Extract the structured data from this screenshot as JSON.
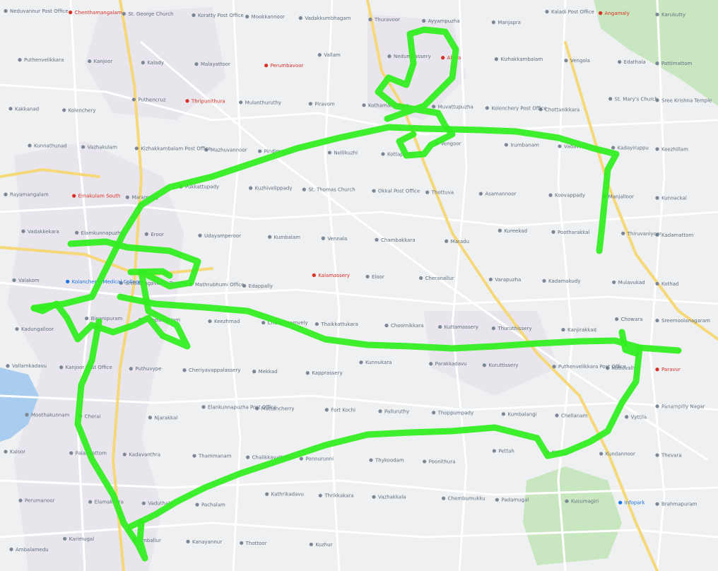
{
  "map": {
    "colors": {
      "land": "#eef0f2",
      "urban": "#e6e1ea",
      "park": "#c8e6c0",
      "water": "#a9cdef",
      "major_road": "#f7d878",
      "minor_road": "#ffffff",
      "route": "#33ee22",
      "poi_red": "#d93025",
      "poi_blue": "#1a73e8",
      "poi_gray": "#7b8794"
    },
    "route_visible": true
  },
  "labels": [
    {
      "text": "Neduvannur Post Office",
      "tone": "gray"
    },
    {
      "text": "Chenthamangalam",
      "tone": "red"
    },
    {
      "text": "St. George Church",
      "tone": "gray"
    },
    {
      "text": "Koratty Post Office",
      "tone": "gray"
    },
    {
      "text": "Mookkannoor",
      "tone": "gray"
    },
    {
      "text": "Vadakkumbhagam",
      "tone": "gray"
    },
    {
      "text": "Thuravoor",
      "tone": "gray"
    },
    {
      "text": "Ayyampuzha",
      "tone": "gray"
    },
    {
      "text": "Manjapra",
      "tone": "gray"
    },
    {
      "text": "Kaladi Post Office",
      "tone": "gray"
    },
    {
      "text": "Angamaly",
      "tone": "red"
    },
    {
      "text": "Karukutty",
      "tone": "gray"
    },
    {
      "text": "Puthenvelikkara",
      "tone": "gray"
    },
    {
      "text": "Kanjoor",
      "tone": "gray"
    },
    {
      "text": "Kalady",
      "tone": "gray"
    },
    {
      "text": "Malayattoor",
      "tone": "gray"
    },
    {
      "text": "Perumbavoor",
      "tone": "red"
    },
    {
      "text": "Vallam",
      "tone": "gray"
    },
    {
      "text": "Nedumbassery",
      "tone": "gray"
    },
    {
      "text": "Aluva",
      "tone": "red"
    },
    {
      "text": "Kizhakkambalam",
      "tone": "gray"
    },
    {
      "text": "Vengola",
      "tone": "gray"
    },
    {
      "text": "Edathala",
      "tone": "gray"
    },
    {
      "text": "Pattimattom",
      "tone": "gray"
    },
    {
      "text": "Kakkanad",
      "tone": "gray"
    },
    {
      "text": "Kolenchery",
      "tone": "gray"
    },
    {
      "text": "Puthencruz",
      "tone": "gray"
    },
    {
      "text": "Thripunithura",
      "tone": "red"
    },
    {
      "text": "Mulanthuruthy",
      "tone": "gray"
    },
    {
      "text": "Piravom",
      "tone": "gray"
    },
    {
      "text": "Kothamangalam",
      "tone": "gray"
    },
    {
      "text": "Muvattupuzha",
      "tone": "gray"
    },
    {
      "text": "Kolenchery Post Office",
      "tone": "gray"
    },
    {
      "text": "Chottanikkara",
      "tone": "gray"
    },
    {
      "text": "St. Mary's Church",
      "tone": "gray"
    },
    {
      "text": "Sree Krishna Temple",
      "tone": "gray"
    },
    {
      "text": "Kunnathunad",
      "tone": "gray"
    },
    {
      "text": "Vazhakulam",
      "tone": "gray"
    },
    {
      "text": "Kizhakkambalam Post Office",
      "tone": "gray"
    },
    {
      "text": "Mazhuvannoor",
      "tone": "gray"
    },
    {
      "text": "Pindimana",
      "tone": "gray"
    },
    {
      "text": "Nellikuzhi",
      "tone": "gray"
    },
    {
      "text": "Kottappady",
      "tone": "gray"
    },
    {
      "text": "Vengoor",
      "tone": "gray"
    },
    {
      "text": "Irumbanam",
      "tone": "gray"
    },
    {
      "text": "Vadavucode",
      "tone": "gray"
    },
    {
      "text": "Kadayiruppu",
      "tone": "gray"
    },
    {
      "text": "Keezhillam",
      "tone": "gray"
    },
    {
      "text": "Rayamangalam",
      "tone": "gray"
    },
    {
      "text": "Ernakulam South",
      "tone": "red"
    },
    {
      "text": "Marampilly",
      "tone": "gray"
    },
    {
      "text": "Pukkattupady",
      "tone": "gray"
    },
    {
      "text": "Kuzhivelippady",
      "tone": "gray"
    },
    {
      "text": "St. Thomas Church",
      "tone": "gray"
    },
    {
      "text": "Okkal Post Office",
      "tone": "gray"
    },
    {
      "text": "Thottuva",
      "tone": "gray"
    },
    {
      "text": "Asamannoor",
      "tone": "gray"
    },
    {
      "text": "Koovappady",
      "tone": "gray"
    },
    {
      "text": "Manjalloor",
      "tone": "gray"
    },
    {
      "text": "Kunnackal",
      "tone": "gray"
    },
    {
      "text": "Vadakkekara",
      "tone": "gray"
    },
    {
      "text": "Elamkunnapuzha",
      "tone": "gray"
    },
    {
      "text": "Eroor",
      "tone": "gray"
    },
    {
      "text": "Udayamperoor",
      "tone": "gray"
    },
    {
      "text": "Kumbalam",
      "tone": "gray"
    },
    {
      "text": "Vennala",
      "tone": "gray"
    },
    {
      "text": "Chambakkara",
      "tone": "gray"
    },
    {
      "text": "Maradu",
      "tone": "gray"
    },
    {
      "text": "Kureekad",
      "tone": "gray"
    },
    {
      "text": "Pootharakkal",
      "tone": "gray"
    },
    {
      "text": "Thiruvaniyoor",
      "tone": "gray"
    },
    {
      "text": "Kadamattom",
      "tone": "gray"
    },
    {
      "text": "Valakom",
      "tone": "gray"
    },
    {
      "text": "Kolancherry Medical College",
      "tone": "blue"
    },
    {
      "text": "Sree Bhagavathy Temple",
      "tone": "gray"
    },
    {
      "text": "Mathrubhumi Office",
      "tone": "gray"
    },
    {
      "text": "Edappally",
      "tone": "gray"
    },
    {
      "text": "Kalamassery",
      "tone": "red"
    },
    {
      "text": "Eloor",
      "tone": "gray"
    },
    {
      "text": "Cheranallur",
      "tone": "gray"
    },
    {
      "text": "Varapuzha",
      "tone": "gray"
    },
    {
      "text": "Kadamakudy",
      "tone": "gray"
    },
    {
      "text": "Mulavukad",
      "tone": "gray"
    },
    {
      "text": "Kothad",
      "tone": "gray"
    },
    {
      "text": "Kadungalloor",
      "tone": "gray"
    },
    {
      "text": "Binanipuram",
      "tone": "gray"
    },
    {
      "text": "Muppathadam",
      "tone": "gray"
    },
    {
      "text": "Keezhmad",
      "tone": "gray"
    },
    {
      "text": "Chunangamvely",
      "tone": "gray"
    },
    {
      "text": "Thaikkattukara",
      "tone": "gray"
    },
    {
      "text": "Choornikkara",
      "tone": "gray"
    },
    {
      "text": "Kuttamassery",
      "tone": "gray"
    },
    {
      "text": "Thuruthissery",
      "tone": "gray"
    },
    {
      "text": "Kanjirakkad",
      "tone": "gray"
    },
    {
      "text": "Chowara",
      "tone": "gray"
    },
    {
      "text": "Sreemoolanagaram",
      "tone": "gray"
    },
    {
      "text": "Vallamkadavu",
      "tone": "gray"
    },
    {
      "text": "Kanjoor Post Office",
      "tone": "gray"
    },
    {
      "text": "Puthuvype",
      "tone": "gray"
    },
    {
      "text": "Cheriyavappalassery",
      "tone": "gray"
    },
    {
      "text": "Mekkad",
      "tone": "gray"
    },
    {
      "text": "Kapprassery",
      "tone": "gray"
    },
    {
      "text": "Kunnukara",
      "tone": "gray"
    },
    {
      "text": "Parakkadavu",
      "tone": "gray"
    },
    {
      "text": "Kuruttissery",
      "tone": "gray"
    },
    {
      "text": "Puthenvelikkara Post Office",
      "tone": "gray"
    },
    {
      "text": "Kottuvally",
      "tone": "gray"
    },
    {
      "text": "Paravur",
      "tone": "red"
    },
    {
      "text": "Moothakunnam",
      "tone": "gray"
    },
    {
      "text": "Cherai",
      "tone": "gray"
    },
    {
      "text": "Njarakkal",
      "tone": "gray"
    },
    {
      "text": "Elankunnapuzha Post Office",
      "tone": "gray"
    },
    {
      "text": "Mattancherry",
      "tone": "gray"
    },
    {
      "text": "Fort Kochi",
      "tone": "gray"
    },
    {
      "text": "Palluruthy",
      "tone": "gray"
    },
    {
      "text": "Thoppumpady",
      "tone": "gray"
    },
    {
      "text": "Kumbalangi",
      "tone": "gray"
    },
    {
      "text": "Chellanam",
      "tone": "gray"
    },
    {
      "text": "Vyttila",
      "tone": "gray"
    },
    {
      "text": "Panampilly Nagar",
      "tone": "gray"
    },
    {
      "text": "Kaloor",
      "tone": "gray"
    },
    {
      "text": "Palarivattom",
      "tone": "gray"
    },
    {
      "text": "Kadavanthra",
      "tone": "gray"
    },
    {
      "text": "Thammanam",
      "tone": "gray"
    },
    {
      "text": "Chalikkavattom",
      "tone": "gray"
    },
    {
      "text": "Ponnurunni",
      "tone": "gray"
    },
    {
      "text": "Thykoodam",
      "tone": "gray"
    },
    {
      "text": "Poonithura",
      "tone": "gray"
    },
    {
      "text": "Pettah",
      "tone": "gray"
    },
    {
      "text": "Nettoor",
      "tone": "gray"
    },
    {
      "text": "Kundannoor",
      "tone": "gray"
    },
    {
      "text": "Thevara",
      "tone": "gray"
    },
    {
      "text": "Perumanoor",
      "tone": "gray"
    },
    {
      "text": "Elamakkara",
      "tone": "gray"
    },
    {
      "text": "Vaduthala",
      "tone": "gray"
    },
    {
      "text": "Pachalam",
      "tone": "gray"
    },
    {
      "text": "Kathrikadavu",
      "tone": "gray"
    },
    {
      "text": "Thrikkakara",
      "tone": "gray"
    },
    {
      "text": "Vazhakkala",
      "tone": "gray"
    },
    {
      "text": "Chembumukku",
      "tone": "gray"
    },
    {
      "text": "Padamugal",
      "tone": "gray"
    },
    {
      "text": "Kusumagiri",
      "tone": "gray"
    },
    {
      "text": "Infopark",
      "tone": "blue"
    },
    {
      "text": "Brahmapuram",
      "tone": "gray"
    },
    {
      "text": "Ambalamedu",
      "tone": "gray"
    },
    {
      "text": "Karimugal",
      "tone": "gray"
    },
    {
      "text": "Amballur",
      "tone": "gray"
    },
    {
      "text": "Kanayannur",
      "tone": "gray"
    },
    {
      "text": "Thottoor",
      "tone": "gray"
    },
    {
      "text": "Kuzhur",
      "tone": "gray"
    }
  ]
}
